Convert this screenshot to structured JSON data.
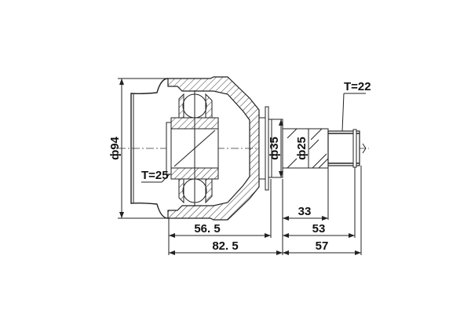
{
  "drawing": {
    "title": "CV joint inner (tripod) technical drawing",
    "labels": {
      "outer_diameter": "ф94",
      "housing_neck_diameter": "ф35",
      "shaft_diameter": "ф25",
      "inner_spline": "T=25",
      "outer_spline": "T=22"
    },
    "dimensions": {
      "d_56_5": "56. 5",
      "d_82_5": "82. 5",
      "d_33": "33",
      "d_53": "53",
      "d_57": "57"
    },
    "colors": {
      "line": "#222222",
      "background": "#ffffff"
    }
  }
}
